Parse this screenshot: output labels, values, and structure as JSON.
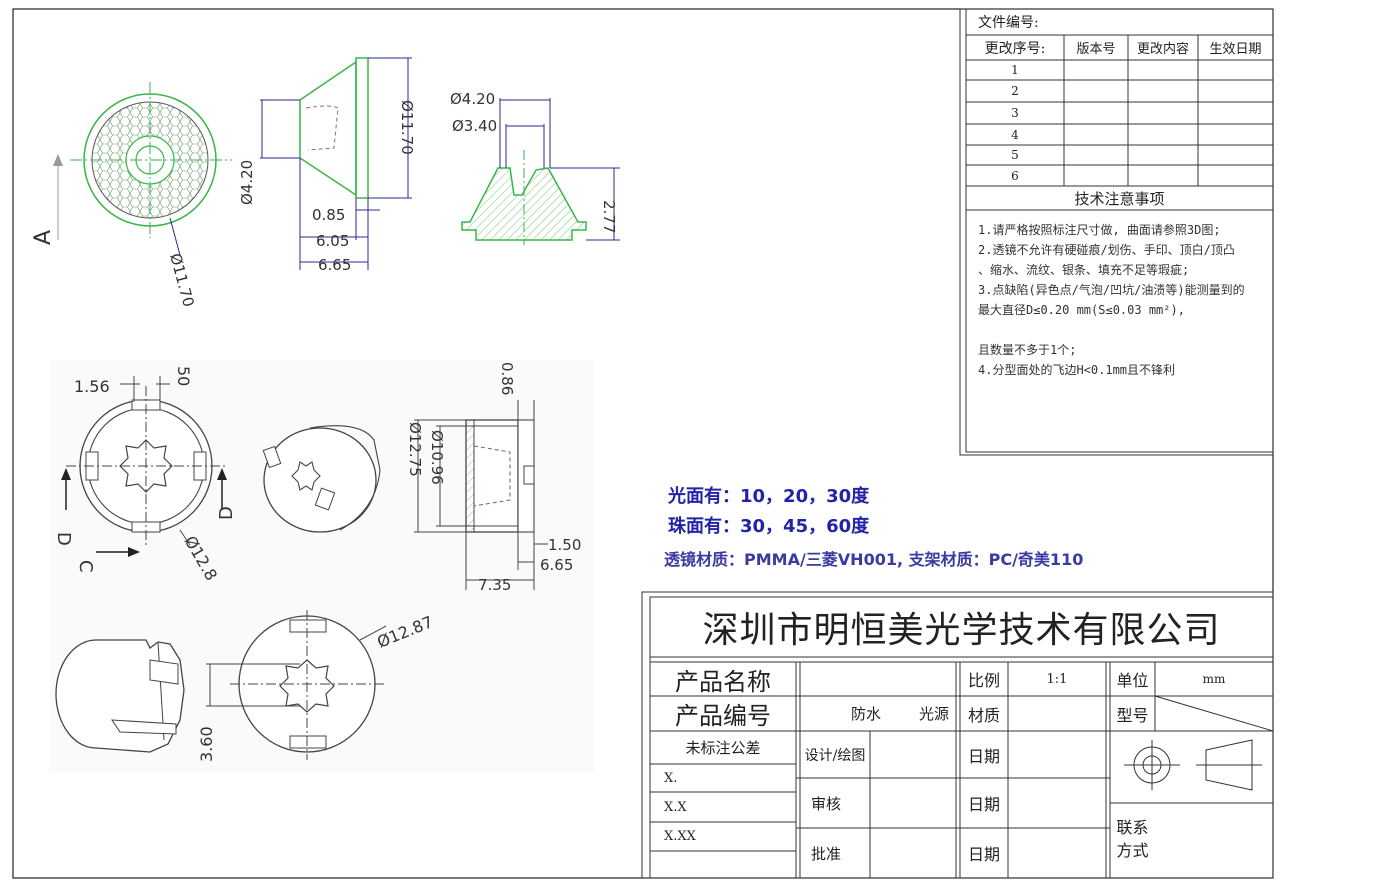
{
  "revision_table": {
    "file_no_label": "文件编号:",
    "headers": [
      "更改序号:",
      "版本号",
      "更改内容",
      "生效日期"
    ],
    "rows": [
      "1",
      "2",
      "3",
      "4",
      "5",
      "6"
    ]
  },
  "tech_notes": {
    "title": "技术注意事项",
    "lines": [
      "1.请严格按照标注尺寸做, 曲面请参照3D图;",
      "2.透镜不允许有硬碰痕/划伤、手印、顶白/顶凸",
      "、缩水、流纹、银条、填充不足等瑕疵;",
      "3.点缺陷(异色点/气泡/凹坑/油渍等)能测量到的",
      "最大直径D≤0.20 mm(S≤0.03 mm²),",
      "",
      "且数量不多于1个;",
      "4.分型面处的飞边H<0.1mm且不锋利"
    ]
  },
  "blue_text": {
    "line1": "光面有：10，20，30度",
    "line2": "珠面有：30，45，60度",
    "line3": "透镜材质：PMMA/三菱VH001,   支架材质：PC/奇美110"
  },
  "title_block": {
    "company": "深圳市明恒美光学技术有限公司",
    "product_name_label": "产品名称",
    "product_no_label": "产品编号",
    "product_no_value_1": "防水",
    "product_no_value_2": "光源",
    "tolerance_label": "未标注公差",
    "tolerances": [
      "X.",
      "X.X",
      "X.XX"
    ],
    "scale_label": "比例",
    "scale_value": "1:1",
    "material_label": "材质",
    "design_label": "设计/绘图",
    "review_label": "审核",
    "approve_label": "批准",
    "date_label": "日期",
    "unit_label": "单位",
    "unit_value": "mm",
    "model_label": "型号",
    "contact_label_1": "联系",
    "contact_label_2": "方式"
  },
  "dimensions": {
    "lens_d_outer": "Ø11.70",
    "lens_d_side": "Ø11.70",
    "lens_d_inner": "Ø4.20",
    "lens_section_d1": "Ø4.20",
    "lens_section_d2": "Ø3.40",
    "lens_h": "2.77",
    "lens_l1": "0.85",
    "lens_l2": "6.05",
    "lens_l3": "6.65",
    "section_label": "A",
    "holder_156": "1.56",
    "holder_50": "50",
    "holder_label_d": "D",
    "holder_label_c": "C",
    "holder_d128": "Ø12.8",
    "holder_side_086": "0.86",
    "holder_side_d1275": "Ø12.75",
    "holder_side_d1096": "Ø10.96",
    "holder_side_150": "1.50",
    "holder_side_665": "6.65",
    "holder_side_735": "7.35",
    "holder_d1287": "Ø12.87",
    "holder_360": "3.60"
  },
  "colors": {
    "blue_text": "#2323a8",
    "blue_text_3": "#3a3aa0",
    "dim_line": "#2a2a90",
    "lens_green": "#39b54a",
    "hatch": "#7cc87c"
  }
}
